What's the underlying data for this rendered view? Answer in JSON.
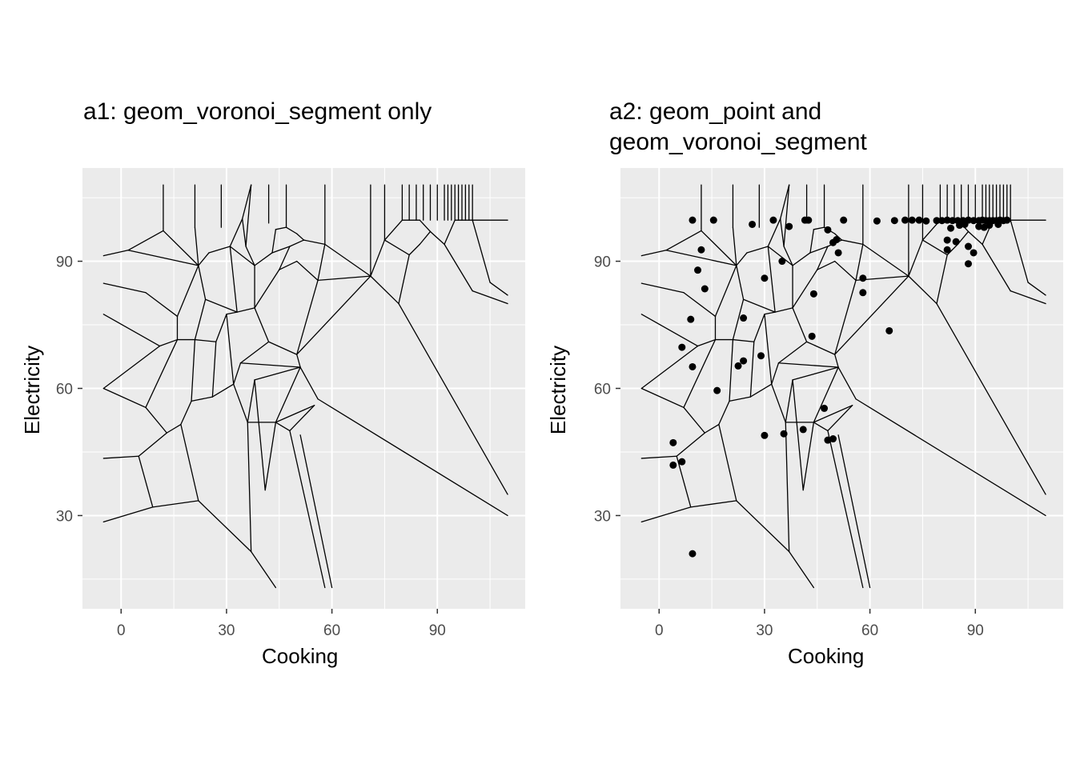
{
  "chart_data": [
    {
      "type": "voronoi",
      "title": "a1: geom_voronoi_segment only",
      "xlabel": "Cooking",
      "ylabel": "Electricity",
      "x_ticks": [
        0,
        30,
        60,
        90
      ],
      "y_ticks": [
        30,
        60,
        90
      ],
      "xlim": [
        -11,
        115
      ],
      "ylim": [
        8,
        112
      ],
      "show_points": false,
      "grid": true,
      "panel_background": "#ebebeb",
      "grid_color": "#ffffff",
      "line_color": "#000000"
    },
    {
      "type": "voronoi",
      "title": "a2: geom_point and\n geom_voronoi_segment",
      "xlabel": "Cooking",
      "ylabel": "Electricity",
      "x_ticks": [
        0,
        30,
        60,
        90
      ],
      "y_ticks": [
        30,
        60,
        90
      ],
      "xlim": [
        -11,
        115
      ],
      "ylim": [
        8,
        112
      ],
      "show_points": true,
      "grid": true,
      "panel_background": "#ebebeb",
      "grid_color": "#ffffff",
      "line_color": "#000000",
      "point_color": "#000000"
    }
  ],
  "points": [
    [
      9.5,
      99.7
    ],
    [
      15.5,
      99.7
    ],
    [
      26.5,
      98.7
    ],
    [
      32.5,
      99.7
    ],
    [
      37,
      98.2
    ],
    [
      41.5,
      99.7
    ],
    [
      42.5,
      99.7
    ],
    [
      52.5,
      99.7
    ],
    [
      62,
      99.5
    ],
    [
      67,
      99.6
    ],
    [
      70,
      99.7
    ],
    [
      72,
      99.7
    ],
    [
      74,
      99.7
    ],
    [
      76,
      99.5
    ],
    [
      79,
      99.6
    ],
    [
      80.5,
      99.6
    ],
    [
      82,
      99.7
    ],
    [
      83.5,
      99.6
    ],
    [
      85,
      99.6
    ],
    [
      86.5,
      99.6
    ],
    [
      88,
      99.7
    ],
    [
      89.5,
      99.6
    ],
    [
      91,
      99.6
    ],
    [
      92,
      99.7
    ],
    [
      93,
      99.6
    ],
    [
      94,
      99.6
    ],
    [
      95,
      99.6
    ],
    [
      96,
      99.6
    ],
    [
      97,
      99.7
    ],
    [
      98,
      99.6
    ],
    [
      99,
      99.7
    ],
    [
      87,
      98.7
    ],
    [
      91,
      98.2
    ],
    [
      92.5,
      98.0
    ],
    [
      94,
      98.5
    ],
    [
      96.5,
      98.7
    ],
    [
      83,
      97.8
    ],
    [
      85.5,
      98.5
    ],
    [
      48,
      97.4
    ],
    [
      82,
      95
    ],
    [
      84.5,
      94.6
    ],
    [
      88,
      93.5
    ],
    [
      82,
      92.7
    ],
    [
      89.5,
      92
    ],
    [
      88,
      89.4
    ],
    [
      49.5,
      94.4
    ],
    [
      50.5,
      95.1
    ],
    [
      51,
      92
    ],
    [
      12,
      92.7
    ],
    [
      11,
      87.9
    ],
    [
      13,
      83.5
    ],
    [
      35,
      90
    ],
    [
      30,
      86
    ],
    [
      44,
      82.3
    ],
    [
      58,
      86
    ],
    [
      58,
      82.6
    ],
    [
      65.5,
      73.6
    ],
    [
      9,
      76.3
    ],
    [
      24,
      76.6
    ],
    [
      43.5,
      72.3
    ],
    [
      6.5,
      69.7
    ],
    [
      9.5,
      65.1
    ],
    [
      24,
      66.5
    ],
    [
      22.5,
      65.3
    ],
    [
      29,
      67.7
    ],
    [
      16.5,
      59.5
    ],
    [
      47,
      55.3
    ],
    [
      30,
      48.9
    ],
    [
      35.5,
      49.3
    ],
    [
      41,
      50.3
    ],
    [
      48,
      47.8
    ],
    [
      49.5,
      48.1
    ],
    [
      4,
      47.2
    ],
    [
      6.5,
      42.7
    ],
    [
      4,
      41.9
    ],
    [
      9.5,
      21
    ]
  ],
  "segments": [
    [
      [
        -5,
        91.3
      ],
      [
        2,
        92.6
      ]
    ],
    [
      [
        2,
        92.6
      ],
      [
        12,
        97.2
      ]
    ],
    [
      [
        12,
        97.2
      ],
      [
        22,
        89
      ]
    ],
    [
      [
        2,
        92.6
      ],
      [
        22,
        89
      ]
    ],
    [
      [
        12,
        97.2
      ],
      [
        12,
        108
      ]
    ],
    [
      [
        21,
        98
      ],
      [
        21,
        108
      ]
    ],
    [
      [
        21,
        98
      ],
      [
        22,
        89
      ]
    ],
    [
      [
        28.5,
        98
      ],
      [
        28.5,
        108
      ]
    ],
    [
      [
        22,
        89
      ],
      [
        25,
        92
      ]
    ],
    [
      [
        25,
        92
      ],
      [
        31,
        93.5
      ]
    ],
    [
      [
        31,
        93.5
      ],
      [
        38,
        89
      ]
    ],
    [
      [
        38,
        89
      ],
      [
        43,
        92
      ]
    ],
    [
      [
        43,
        92
      ],
      [
        44,
        97.5
      ]
    ],
    [
      [
        38,
        89
      ],
      [
        35.5,
        93.5
      ]
    ],
    [
      [
        35.5,
        93.5
      ],
      [
        37,
        108
      ]
    ],
    [
      [
        37,
        108
      ],
      [
        37,
        108
      ]
    ],
    [
      [
        31,
        93.5
      ],
      [
        34.5,
        100
      ]
    ],
    [
      [
        34.5,
        100
      ],
      [
        37,
        108
      ]
    ],
    [
      [
        34.5,
        100
      ],
      [
        35.5,
        93.5
      ]
    ],
    [
      [
        42,
        108
      ],
      [
        42,
        99
      ]
    ],
    [
      [
        47,
        108
      ],
      [
        47,
        98
      ]
    ],
    [
      [
        44,
        97.5
      ],
      [
        47,
        98
      ]
    ],
    [
      [
        47,
        98
      ],
      [
        50,
        96.5
      ]
    ],
    [
      [
        50,
        96.5
      ],
      [
        52,
        95
      ]
    ],
    [
      [
        52,
        95
      ],
      [
        58,
        94
      ]
    ],
    [
      [
        58,
        94
      ],
      [
        58,
        108
      ]
    ],
    [
      [
        43,
        92
      ],
      [
        48,
        93.5
      ]
    ],
    [
      [
        48,
        93.5
      ],
      [
        52,
        95
      ]
    ],
    [
      [
        48,
        93.5
      ],
      [
        45,
        88
      ]
    ],
    [
      [
        45,
        88
      ],
      [
        50,
        90
      ]
    ],
    [
      [
        50,
        90
      ],
      [
        56,
        85.5
      ]
    ],
    [
      [
        56,
        85.5
      ],
      [
        58,
        94
      ]
    ],
    [
      [
        56,
        85.5
      ],
      [
        71,
        86.5
      ]
    ],
    [
      [
        58,
        94
      ],
      [
        71,
        86.5
      ]
    ],
    [
      [
        71,
        86.5
      ],
      [
        71,
        108
      ]
    ],
    [
      [
        71,
        86.5
      ],
      [
        75,
        95
      ]
    ],
    [
      [
        75,
        95
      ],
      [
        75,
        108
      ]
    ],
    [
      [
        75,
        95
      ],
      [
        80,
        99.7
      ]
    ],
    [
      [
        80,
        99.7
      ],
      [
        85,
        99.7
      ]
    ],
    [
      [
        80,
        99.7
      ],
      [
        80,
        108
      ]
    ],
    [
      [
        82,
        108
      ],
      [
        82,
        99.7
      ]
    ],
    [
      [
        84,
        108
      ],
      [
        84,
        99.7
      ]
    ],
    [
      [
        85,
        99.7
      ],
      [
        88,
        97
      ]
    ],
    [
      [
        86,
        108
      ],
      [
        86,
        99.7
      ]
    ],
    [
      [
        88,
        97
      ],
      [
        92,
        94
      ]
    ],
    [
      [
        88,
        97
      ],
      [
        85,
        94
      ]
    ],
    [
      [
        85,
        94
      ],
      [
        82,
        91.5
      ]
    ],
    [
      [
        82,
        91.5
      ],
      [
        75,
        95
      ]
    ],
    [
      [
        82,
        91.5
      ],
      [
        79,
        80
      ]
    ],
    [
      [
        79,
        80
      ],
      [
        71,
        86.5
      ]
    ],
    [
      [
        79,
        80
      ],
      [
        110,
        35
      ]
    ],
    [
      [
        92,
        94
      ],
      [
        100,
        83
      ]
    ],
    [
      [
        100,
        83
      ],
      [
        110,
        80
      ]
    ],
    [
      [
        92,
        94
      ],
      [
        95,
        99.7
      ]
    ],
    [
      [
        95,
        99.7
      ],
      [
        100,
        99.7
      ]
    ],
    [
      [
        100,
        99.7
      ],
      [
        110,
        99.7
      ]
    ],
    [
      [
        100,
        99.7
      ],
      [
        105,
        85
      ]
    ],
    [
      [
        105,
        85
      ],
      [
        110,
        82
      ]
    ],
    [
      [
        88,
        108
      ],
      [
        88,
        99.7
      ]
    ],
    [
      [
        90,
        108
      ],
      [
        90,
        99.7
      ]
    ],
    [
      [
        92,
        108
      ],
      [
        92,
        99.7
      ]
    ],
    [
      [
        93,
        108
      ],
      [
        93,
        99.7
      ]
    ],
    [
      [
        94,
        108
      ],
      [
        94,
        99.7
      ]
    ],
    [
      [
        95,
        108
      ],
      [
        95,
        99.7
      ]
    ],
    [
      [
        96,
        108
      ],
      [
        96,
        99.7
      ]
    ],
    [
      [
        97,
        108
      ],
      [
        97,
        99.7
      ]
    ],
    [
      [
        98,
        108
      ],
      [
        98,
        99.7
      ]
    ],
    [
      [
        99,
        108
      ],
      [
        99,
        99.7
      ]
    ],
    [
      [
        100,
        108
      ],
      [
        100,
        99.7
      ]
    ],
    [
      [
        -5,
        84.8
      ],
      [
        7,
        82.6
      ]
    ],
    [
      [
        7,
        82.6
      ],
      [
        16,
        77
      ]
    ],
    [
      [
        16,
        77
      ],
      [
        22,
        89
      ]
    ],
    [
      [
        16,
        77
      ],
      [
        16,
        71.5
      ]
    ],
    [
      [
        16,
        71.5
      ],
      [
        11,
        70
      ]
    ],
    [
      [
        11,
        70
      ],
      [
        -5,
        77.5
      ]
    ],
    [
      [
        16,
        71.5
      ],
      [
        21,
        71.5
      ]
    ],
    [
      [
        21,
        71.5
      ],
      [
        24,
        81
      ]
    ],
    [
      [
        24,
        81
      ],
      [
        22,
        89
      ]
    ],
    [
      [
        24,
        81
      ],
      [
        33,
        78
      ]
    ],
    [
      [
        33,
        78
      ],
      [
        31,
        93.5
      ]
    ],
    [
      [
        33,
        78
      ],
      [
        38,
        79
      ]
    ],
    [
      [
        38,
        79
      ],
      [
        38,
        89
      ]
    ],
    [
      [
        38,
        79
      ],
      [
        45,
        88
      ]
    ],
    [
      [
        38,
        79
      ],
      [
        42,
        71
      ]
    ],
    [
      [
        42,
        71
      ],
      [
        50,
        68
      ]
    ],
    [
      [
        50,
        68
      ],
      [
        56,
        85.5
      ]
    ],
    [
      [
        50,
        68
      ],
      [
        51,
        65
      ]
    ],
    [
      [
        51,
        65
      ],
      [
        56,
        57.5
      ]
    ],
    [
      [
        56,
        57.5
      ],
      [
        110,
        30
      ]
    ],
    [
      [
        50,
        68
      ],
      [
        71,
        86.5
      ]
    ],
    [
      [
        11,
        70
      ],
      [
        -5,
        60
      ]
    ],
    [
      [
        -5,
        60
      ],
      [
        7,
        55.5
      ]
    ],
    [
      [
        7,
        55.5
      ],
      [
        16,
        71.5
      ]
    ],
    [
      [
        7,
        55.5
      ],
      [
        13,
        49.5
      ]
    ],
    [
      [
        13,
        49.5
      ],
      [
        17,
        51.5
      ]
    ],
    [
      [
        17,
        51.5
      ],
      [
        20,
        57
      ]
    ],
    [
      [
        20,
        57
      ],
      [
        21,
        71.5
      ]
    ],
    [
      [
        20,
        57
      ],
      [
        26,
        58
      ]
    ],
    [
      [
        26,
        58
      ],
      [
        27,
        71
      ]
    ],
    [
      [
        27,
        71
      ],
      [
        21,
        71.5
      ]
    ],
    [
      [
        27,
        71
      ],
      [
        30,
        77.5
      ]
    ],
    [
      [
        30,
        77.5
      ],
      [
        33,
        78
      ]
    ],
    [
      [
        30,
        77.5
      ],
      [
        32,
        61
      ]
    ],
    [
      [
        32,
        61
      ],
      [
        26,
        58
      ]
    ],
    [
      [
        32,
        61
      ],
      [
        34,
        66
      ]
    ],
    [
      [
        34,
        66
      ],
      [
        42,
        71
      ]
    ],
    [
      [
        34,
        66
      ],
      [
        51,
        65
      ]
    ],
    [
      [
        32,
        61
      ],
      [
        36,
        52
      ]
    ],
    [
      [
        36,
        52
      ],
      [
        38,
        62
      ]
    ],
    [
      [
        38,
        62
      ],
      [
        51,
        65
      ]
    ],
    [
      [
        36,
        52
      ],
      [
        44,
        52
      ]
    ],
    [
      [
        44,
        52
      ],
      [
        51,
        65
      ]
    ],
    [
      [
        44,
        52
      ],
      [
        55,
        56
      ]
    ],
    [
      [
        44,
        52
      ],
      [
        48,
        50
      ]
    ],
    [
      [
        48,
        50
      ],
      [
        55,
        56
      ]
    ],
    [
      [
        -5,
        43.5
      ],
      [
        5,
        44
      ]
    ],
    [
      [
        5,
        44
      ],
      [
        13,
        49.5
      ]
    ],
    [
      [
        5,
        44
      ],
      [
        9,
        32
      ]
    ],
    [
      [
        9,
        32
      ],
      [
        22,
        33.5
      ]
    ],
    [
      [
        22,
        33.5
      ],
      [
        17,
        51.5
      ]
    ],
    [
      [
        22,
        33.5
      ],
      [
        37,
        21.5
      ]
    ],
    [
      [
        37,
        21.5
      ],
      [
        36,
        52
      ]
    ],
    [
      [
        37,
        21.5
      ],
      [
        44,
        13
      ]
    ],
    [
      [
        -5,
        28.5
      ],
      [
        9,
        32
      ]
    ],
    [
      [
        41,
        36
      ],
      [
        44,
        52
      ]
    ],
    [
      [
        41,
        36
      ],
      [
        38,
        62
      ]
    ],
    [
      [
        48,
        50
      ],
      [
        58,
        13
      ]
    ],
    [
      [
        51,
        49
      ],
      [
        60,
        13
      ]
    ]
  ]
}
